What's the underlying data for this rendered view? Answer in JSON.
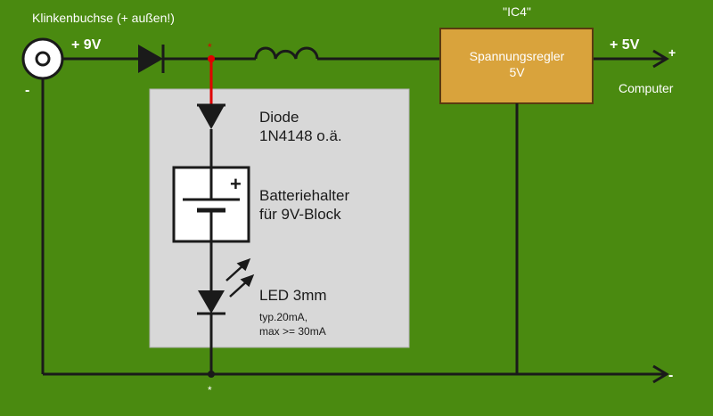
{
  "colors": {
    "background": "#4a8a10",
    "wire": "#1a1a1a",
    "highlight_wire": "#e00000",
    "panel": "#d8d8d8",
    "regulator_fill": "#d9a33c",
    "regulator_border": "#5a3a10"
  },
  "labels": {
    "jack": "Klinkenbuchse (+ außen!)",
    "jack_minus": "-",
    "input_voltage": "+ 9V",
    "ic_name": "\"IC4\"",
    "regulator_line1": "Spannungsregler",
    "regulator_line2": "5V",
    "output_voltage": "+ 5V",
    "output_plus": "+",
    "output_target": "Computer",
    "ground_minus": "-",
    "junction_top_mark": "*",
    "junction_bottom_mark": "*"
  },
  "panel": {
    "diode_line1": "Diode",
    "diode_line2": "1N4148 o.ä.",
    "battery_plus": "+",
    "battery_line1": "Batteriehalter",
    "battery_line2": "für 9V-Block",
    "led_line1": "LED 3mm",
    "led_line2": "typ.20mA,",
    "led_line3": "max >= 30mA"
  }
}
